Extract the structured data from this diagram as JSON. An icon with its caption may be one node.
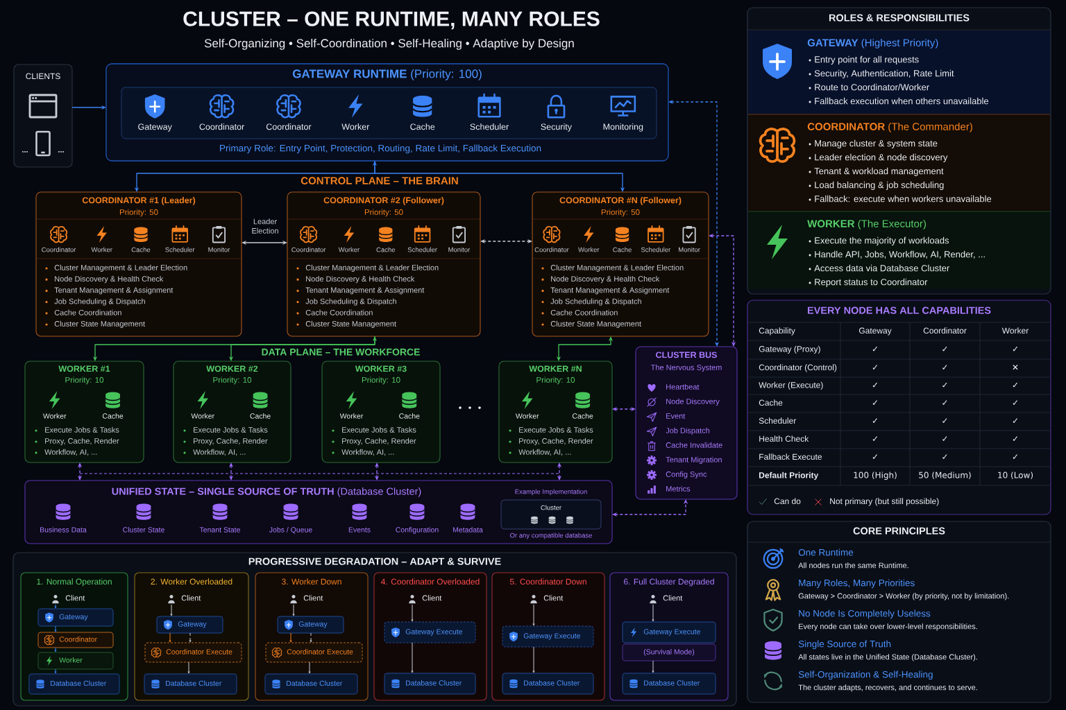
{
  "diagram": {
    "title": "CLUSTER – ONE RUNTIME, MANY ROLES",
    "nodes": [
      {
        "text": [
          "CLIENTS",
          "...",
          "..."
        ]
      },
      {
        "text": [
          "**GATEWAY RUNTIME** (Priority: 100)",
          "Primary Role: Entry Point, Protection, Routing, Rate Limit, Fallback Execution"
        ]
      },
      {
        "text": [
          "Gateway",
          "Coordinator",
          "Coordinator",
          "Worker",
          "Cache",
          "Scheduler",
          "Security",
          "Monitoring"
        ],
        "in": 1
      },
      {
        "text": [
          "COORDINATOR #1 (Leader)",
          "Priority: 50",
          "Coordinator",
          "Worker",
          "Cache",
          "Scheduler",
          "Monitor",
          "Cluster Management & Leader Election",
          "Node Discovery & Health Check",
          "Tenant Management & Assignment",
          "Job Scheduling & Dispatch",
          "Cache Coordination",
          "Cluster State Management"
        ]
      },
      {
        "text": [
          "COORDINATOR #2 (Follower)",
          "Priority: 50",
          "Coordinator",
          "Worker",
          "Cache",
          "Scheduler",
          "Monitor",
          "Cluster Management & Leader Election",
          "Node Discovery & Health Check",
          "Tenant Management & Assignment",
          "Job Scheduling & Dispatch",
          "Cache Coordination",
          "Cluster State Management"
        ]
      },
      {
        "text": [
          "COORDINATOR #N (Follower)",
          "Priority: 50",
          "Coordinator",
          "Worker",
          "Cache",
          "Scheduler",
          "Monitor",
          "Cluster Management & Leader Election",
          "Node Discovery & Health Check",
          "Tenant Management & Assignment",
          "Job Scheduling & Dispatch",
          "Cache Coordination",
          "Cluster State Management"
        ]
      },
      {
        "text": [
          "WORKER #1",
          "Priority: 10",
          "Worker",
          "Cache",
          "Execute Jobs & Tasks",
          "Proxy, Cache, Render",
          "Workflow, AI, ..."
        ]
      },
      {
        "text": [
          "WORKER #2",
          "Priority: 10",
          "Worker",
          "Cache",
          "Execute Jobs & Tasks",
          "Proxy, Cache, Render",
          "Workflow, AI, ..."
        ]
      },
      {
        "text": [
          "WORKER #3",
          "Priority: 10",
          "Worker",
          "Cache",
          "Execute Jobs & Tasks",
          "Proxy, Cache, Render",
          "Workflow, AI, ..."
        ]
      },
      {
        "text": [
          "WORKER #N",
          "Priority: 10",
          "Worker",
          "Cache",
          "Execute Jobs & Tasks",
          "Proxy, Cache, Render",
          "Workflow, AI, ..."
        ]
      },
      {
        "text": [
          "CLUSTER BUS",
          "The Nervous System",
          "Heartbeat",
          "Node Discovery",
          "Event",
          "Job Dispatch",
          "Cache Invalidate",
          "Tenant Migration",
          "Config Sync",
          "Metrics"
        ]
      },
      {
        "text": [
          "**UNIFIED STATE – SINGLE SOURCE OF TRUTH** (Database Cluster)",
          "Business Data",
          "Cluster State",
          "Tenant State",
          "Jobs / Queue",
          "Events",
          "Configuration",
          "Metadata"
        ]
      },
      {
        "text": [
          "Example Implementation",
          "Cluster",
          "Or any compatible database"
        ],
        "in": 11
      },
      {
        "text": [
          "ROLES & RESPONSIBILITIES"
        ]
      },
      {
        "text": [
          "**GATEWAY** (Highest Priority)",
          "Entry point for all requests",
          "Security, Authentication, Rate Limit",
          "Route to Coordinator/Worker",
          "Fallback execution when others unavailable"
        ],
        "in": 13
      },
      {
        "text": [
          "**COORDINATOR** (The Commander)",
          "Manage cluster & system state",
          "Leader election & node discovery",
          "Tenant & workload management",
          "Load balancing & job scheduling",
          "Fallback: execute when workers unavailable"
        ],
        "in": 13
      },
      {
        "text": [
          "**WORKER** (The Executor)",
          "Execute the majority of workloads",
          "Handle API, Jobs, Workflow, AI, Render, ...",
          "Access data via Database Cluster",
          "Report status to Coordinator"
        ],
        "in": 13
      },
      {
        "text": [
          "EVERY NODE HAS ALL CAPABILITIES"
        ]
      },
      {
        "text": [
          "CORE PRINCIPLES",
          "One Runtime",
          "All nodes run the same Runtime.",
          "Many Roles, Many Priorities",
          "Gateway > Coordinator > Worker (by priority, not by limitation).",
          "No Node Is Completely Useless",
          "Every node can take over lower-level responsibilities.",
          "Single Source of Truth",
          "All states live in the Unified State (Database Cluster).",
          "Self-Organization & Self-Healing",
          "The cluster adapts, recovers, and continues to serve."
        ]
      },
      {
        "text": [
          "PROGRESSIVE DEGRADATION – ADAPT & SURVIVE"
        ]
      },
      {
        "text": [
          "1. Normal Operation"
        ],
        "in": 19
      },
      {
        "text": [
          "2. Worker Overloaded"
        ],
        "in": 19
      },
      {
        "text": [
          "3. Worker Down"
        ],
        "in": 19
      },
      {
        "text": [
          "4. Coordinator Overloaded"
        ],
        "in": 19
      },
      {
        "text": [
          "5. Coordinator Down"
        ],
        "in": 19
      },
      {
        "text": [
          "6. Full Cluster Degraded"
        ],
        "in": 19
      },
      {
        "text": [
          "Client"
        ],
        "in": 20
      },
      {
        "text": [
          "Gateway"
        ],
        "in": 20
      },
      {
        "text": [
          "Coordinator"
        ],
        "in": 20
      },
      {
        "text": [
          "Worker"
        ],
        "in": 20
      },
      {
        "text": [
          "Database Cluster"
        ],
        "in": 20
      },
      {
        "text": [
          "Client"
        ],
        "in": 21
      },
      {
        "text": [
          "Gateway"
        ],
        "in": 21
      },
      {
        "text": [
          "Coordinator Execute"
        ],
        "in": 21
      },
      {
        "text": [
          "Database Cluster"
        ],
        "in": 21
      },
      {
        "text": [
          "Client"
        ],
        "in": 22
      },
      {
        "text": [
          "Gateway"
        ],
        "in": 22
      },
      {
        "text": [
          "Coordinator Execute"
        ],
        "in": 22
      },
      {
        "text": [
          "Database Cluster"
        ],
        "in": 22
      },
      {
        "text": [
          "Client"
        ],
        "in": 23
      },
      {
        "text": [
          "Gateway Execute"
        ],
        "in": 23
      },
      {
        "text": [
          "Database Cluster"
        ],
        "in": 23
      },
      {
        "text": [
          "Client"
        ],
        "in": 24
      },
      {
        "text": [
          "Gateway Execute"
        ],
        "in": 24
      },
      {
        "text": [
          "Database Cluster"
        ],
        "in": 24
      },
      {
        "text": [
          "Client"
        ],
        "in": 25
      },
      {
        "text": [
          "Gateway Execute"
        ],
        "in": 25
      },
      {
        "text": [
          "(Survival Mode)"
        ],
        "in": 25
      },
      {
        "text": [
          "Database Cluster"
        ],
        "in": 25
      }
    ],
    "edges": [
      {
        "from": 0,
        "to": 1,
        "arrow": "to",
        "color": "#3b82f6"
      },
      {
        "from": 1,
        "to": 3,
        "arrow": "both",
        "color": "#3b82f6"
      },
      {
        "from": 1,
        "to": 5,
        "arrow": "to",
        "color": "#3b82f6"
      },
      {
        "from": 3,
        "to": 4,
        "arrow": "both",
        "label": "Leader Election"
      },
      {
        "from": 4,
        "to": 5,
        "arrow": "both",
        "style": "dashed"
      },
      {
        "from": 4,
        "to": 6,
        "arrow": "both",
        "color": "#46c35a"
      },
      {
        "from": 4,
        "to": 7,
        "arrow": "to",
        "color": "#46c35a"
      },
      {
        "from": 5,
        "to": 9,
        "arrow": "both",
        "color": "#46c35a"
      },
      {
        "from": 1,
        "to": 10,
        "arrow": "both",
        "style": "dashed",
        "color": "#3b82f6"
      },
      {
        "from": 5,
        "to": 10,
        "arrow": "both",
        "style": "dashed",
        "color": "#9d6bff"
      },
      {
        "from": 9,
        "to": 10,
        "arrow": "both",
        "style": "dashed",
        "color": "#9d6bff"
      },
      {
        "from": 6,
        "to": 11,
        "arrow": "both",
        "style": "dashed",
        "color": "#9d6bff"
      },
      {
        "from": 7,
        "to": 11,
        "arrow": "both",
        "style": "dashed",
        "color": "#9d6bff"
      },
      {
        "from": 8,
        "to": 11,
        "arrow": "both",
        "style": "dashed",
        "color": "#9d6bff"
      },
      {
        "from": 9,
        "to": 11,
        "arrow": "both",
        "style": "dashed",
        "color": "#9d6bff"
      },
      {
        "from": 11,
        "to": 10,
        "arrow": "both",
        "style": "dashed",
        "color": "#9d6bff"
      },
      {
        "from": 26,
        "to": 27,
        "arrow": "to",
        "color": "#3b82f6"
      },
      {
        "from": 27,
        "to": 28,
        "arrow": "to",
        "color": "#3b82f6"
      },
      {
        "from": 28,
        "to": 29,
        "arrow": "to",
        "color": "#3b82f6"
      },
      {
        "from": 29,
        "to": 30,
        "arrow": "to",
        "color": "#3b82f6"
      },
      {
        "from": 31,
        "to": 32,
        "arrow": "to"
      },
      {
        "from": 32,
        "to": 33,
        "arrow": "to",
        "color": "#f58220"
      },
      {
        "from": 32,
        "to": 33,
        "arrow": "to",
        "style": "dashed"
      },
      {
        "from": 33,
        "to": 34,
        "arrow": "to"
      },
      {
        "from": 35,
        "to": 36,
        "arrow": "to"
      },
      {
        "from": 36,
        "to": 37,
        "arrow": "to",
        "color": "#f58220"
      },
      {
        "from": 36,
        "to": 37,
        "arrow": "to",
        "style": "dashed"
      },
      {
        "from": 37,
        "to": 38,
        "arrow": "to"
      },
      {
        "from": 39,
        "to": 40,
        "arrow": "to"
      },
      {
        "from": 40,
        "to": 41,
        "arrow": "to"
      },
      {
        "from": 42,
        "to": 43,
        "arrow": "to"
      },
      {
        "from": 43,
        "to": 44,
        "arrow": "to"
      },
      {
        "from": 45,
        "to": 46,
        "arrow": "to"
      },
      {
        "from": 47,
        "to": 48,
        "arrow": "to"
      }
    ],
    "labels": [
      "Self-Organizing • Self-Coordination • Self-Healing • Adaptive by Design",
      "CONTROL PLANE – THE BRAIN",
      "DATA PLANE – THE WORKFORCE",
      "Capability",
      "Gateway",
      "Coordinator",
      "Worker",
      "Gateway (Proxy)",
      "✓",
      "✓",
      "✓",
      "Coordinator (Control)",
      "✓",
      "✓",
      "✕",
      "Worker (Execute)",
      "✓",
      "✓",
      "✓",
      "Cache",
      "✓",
      "✓",
      "✓",
      "Scheduler",
      "✓",
      "✓",
      "✓",
      "Health Check",
      "✓",
      "✓",
      "✓",
      "Fallback Execute",
      "✓",
      "✓",
      "✓",
      "Default Priority",
      "100 (High)",
      "50 (Medium)",
      "10 (Low)"
    ],
    "legend": [
      {
        "text": "Can do"
      },
      {
        "text": "Not primary (but still possible)"
      }
    ]
  }
}
